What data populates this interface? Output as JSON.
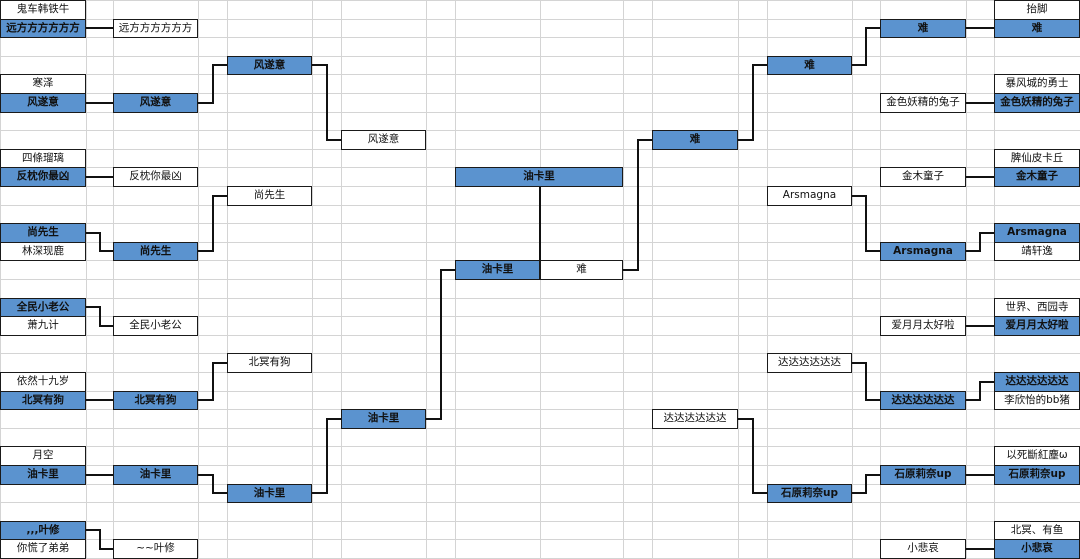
{
  "colors": {
    "winner_fill": "#5b93cf",
    "grid_line": "#d4d4d4",
    "bracket_line": "#111111"
  },
  "bracket": {
    "left": {
      "round1": [
        {
          "top": "鬼车韩铁牛",
          "bottom": "远方方方方方方",
          "winner": "bottom"
        },
        {
          "top": "寒泽",
          "bottom": "风遂意",
          "winner": "bottom"
        },
        {
          "top": "四條瑠璃",
          "bottom": "反枕你最凶",
          "winner": "bottom"
        },
        {
          "top": "尚先生",
          "bottom": "林深现鹿",
          "winner": "top"
        },
        {
          "top": "全民小老公",
          "bottom": "萧九计",
          "winner": "top"
        },
        {
          "top": "依然十九岁",
          "bottom": "北冥有狗",
          "winner": "bottom"
        },
        {
          "top": "月空",
          "bottom": "油卡里",
          "winner": "bottom"
        },
        {
          "top": ",,,叶修",
          "bottom": "你慌了弟弟",
          "winner": "top"
        }
      ],
      "round2": [
        {
          "top": "远方方方方方方",
          "bottom": "风遂意",
          "winner": "bottom"
        },
        {
          "top": "反枕你最凶",
          "bottom": "尚先生",
          "winner": "bottom"
        },
        {
          "top": "全民小老公",
          "bottom": "北冥有狗",
          "winner": "bottom"
        },
        {
          "top": "油卡里",
          "bottom": "~~叶修",
          "winner": "top"
        }
      ],
      "round3": [
        {
          "top": "风遂意",
          "bottom": "尚先生",
          "winner": "top"
        },
        {
          "top": "北冥有狗",
          "bottom": "油卡里",
          "winner": "bottom"
        }
      ],
      "round4": [
        {
          "top": "风遂意",
          "bottom": "油卡里",
          "winner": "bottom"
        }
      ]
    },
    "right": {
      "round1": [
        {
          "top": "抬脚",
          "bottom": "难",
          "winner": "bottom"
        },
        {
          "top": "暴风城的勇士",
          "bottom": "金色妖精的兔子",
          "winner": "bottom"
        },
        {
          "top": "脾仙皮卡丘",
          "bottom": "金木童子",
          "winner": "bottom"
        },
        {
          "top": "Arsmagna",
          "bottom": "靖轩逸",
          "winner": "top"
        },
        {
          "top": "世界、西园寺",
          "bottom": "爱月月太好啦",
          "winner": "bottom"
        },
        {
          "top": "达达达达达达",
          "bottom": "李欣怡的bb猪",
          "winner": "top"
        },
        {
          "top": "以死斷紅塵ω",
          "bottom": "石原莉奈up",
          "winner": "bottom"
        },
        {
          "top": "北冥、有鱼",
          "bottom": "小悲哀",
          "winner": "bottom"
        }
      ],
      "round2": [
        {
          "top": "难",
          "bottom": "金色妖精的兔子",
          "winner": "top"
        },
        {
          "top": "金木童子",
          "bottom": "Arsmagna",
          "winner": "bottom"
        },
        {
          "top": "爱月月太好啦",
          "bottom": "达达达达达达",
          "winner": "bottom"
        },
        {
          "top": "石原莉奈up",
          "bottom": "小悲哀",
          "winner": "top"
        }
      ],
      "round3": [
        {
          "top": "难",
          "bottom": "Arsmagna",
          "winner": "top"
        },
        {
          "top": "达达达达达达",
          "bottom": "石原莉奈up",
          "winner": "bottom"
        }
      ],
      "round4": [
        {
          "top": "难",
          "bottom": "达达达达达达",
          "winner": "top"
        }
      ]
    },
    "final": {
      "left": "油卡里",
      "right": "难",
      "winner": "left"
    },
    "champion": "油卡里"
  }
}
